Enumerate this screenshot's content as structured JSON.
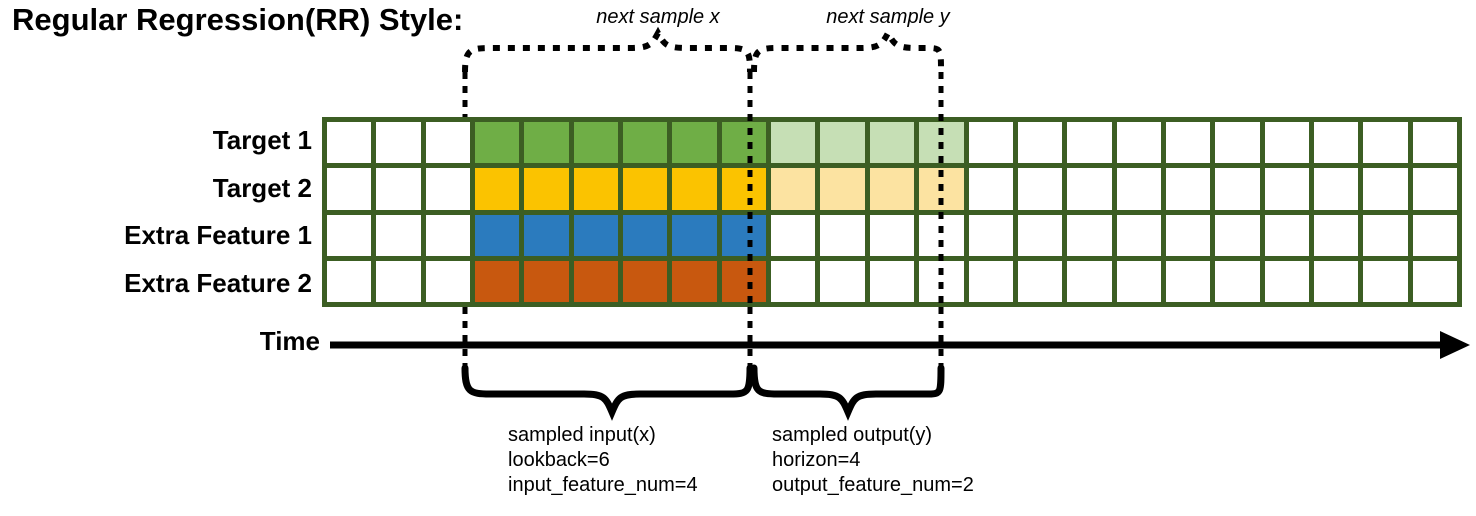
{
  "title": "Regular Regression(RR) Style:",
  "rows": [
    {
      "label": "Target 1",
      "color": "#6FAE46",
      "light_color": "#C6DFB5"
    },
    {
      "label": "Target 2",
      "color": "#FBC300",
      "light_color": "#FCE3A1"
    },
    {
      "label": "Extra Feature 1",
      "color": "#2B7BBE",
      "light_color": "#FFFFFF"
    },
    {
      "label": "Extra Feature 2",
      "color": "#C8580F",
      "light_color": "#FFFFFF"
    }
  ],
  "grid": {
    "columns": 23,
    "rows": 4,
    "leading_blank_columns": 3,
    "lookback_columns": 6,
    "horizon_columns": 4,
    "border_color": "#3c5e23"
  },
  "top_braces": [
    {
      "label": "next sample x"
    },
    {
      "label": "next sample y"
    }
  ],
  "axis": {
    "label": "Time"
  },
  "bottom_braces": [
    {
      "lines": [
        "sampled input(x)",
        "lookback=6",
        "input_feature_num=4"
      ]
    },
    {
      "lines": [
        "sampled output(y)",
        "horizon=4",
        "output_feature_num=2"
      ]
    }
  ]
}
